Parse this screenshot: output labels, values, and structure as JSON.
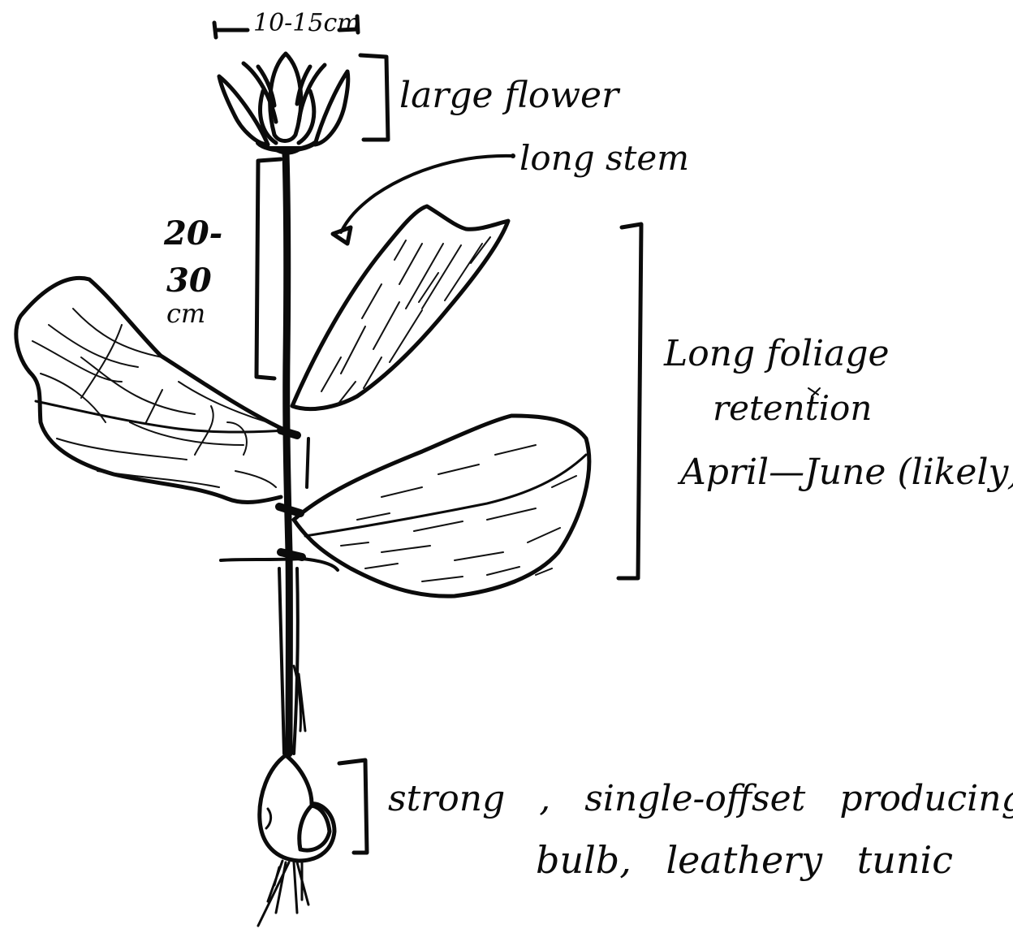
{
  "labels": {
    "flower_width": "10-15cm",
    "flower": "large flower",
    "stem": "long stem",
    "height_line1": "20-",
    "height_line2": "30",
    "height_line3": "cm",
    "foliage_line1": "Long foliage",
    "foliage_line2": "retention",
    "foliage_line3": "April—June (likely)",
    "bulb_line1": "strong , single-offset producing",
    "bulb_line2": "bulb, leathery tunic"
  },
  "colors": {
    "ink": "#0b0b0b",
    "paper": "#ffffff"
  }
}
